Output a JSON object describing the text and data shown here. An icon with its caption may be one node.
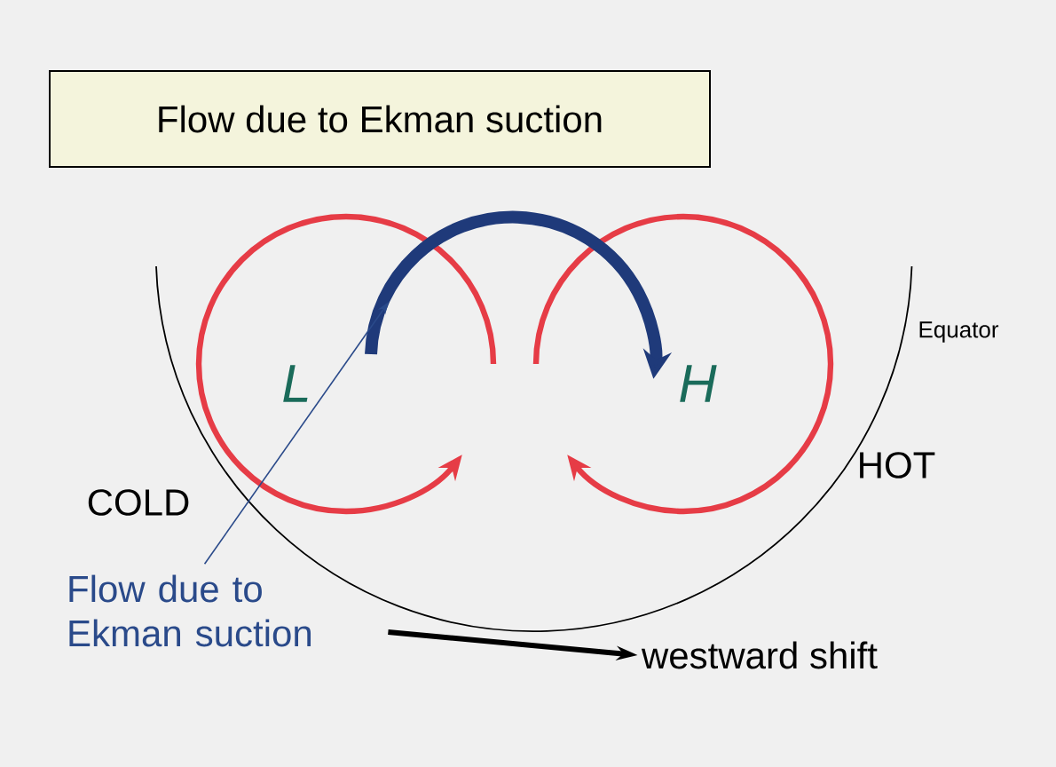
{
  "diagram": {
    "nodes": [
      {
        "text": [
          "Flow due to Ekman suction"
        ]
      },
      {
        "text": [
          "L"
        ]
      },
      {
        "text": [
          "H"
        ]
      },
      {
        "text": [
          "Flow due to Ekman suction"
        ]
      },
      {
        "text": [
          "westward shift"
        ]
      }
    ],
    "edges": [
      {
        "from": 1,
        "to": 2,
        "arrow": "to",
        "style": "thick",
        "color": "#1f3a7a"
      },
      {
        "from": 3,
        "to": null,
        "arrow": "to",
        "color": "#2a4a8a"
      },
      {
        "from": 3,
        "to": 4,
        "arrow": "to",
        "color": "#000000"
      }
    ],
    "labels": [
      "Equator",
      "HOT",
      "COLD"
    ]
  }
}
